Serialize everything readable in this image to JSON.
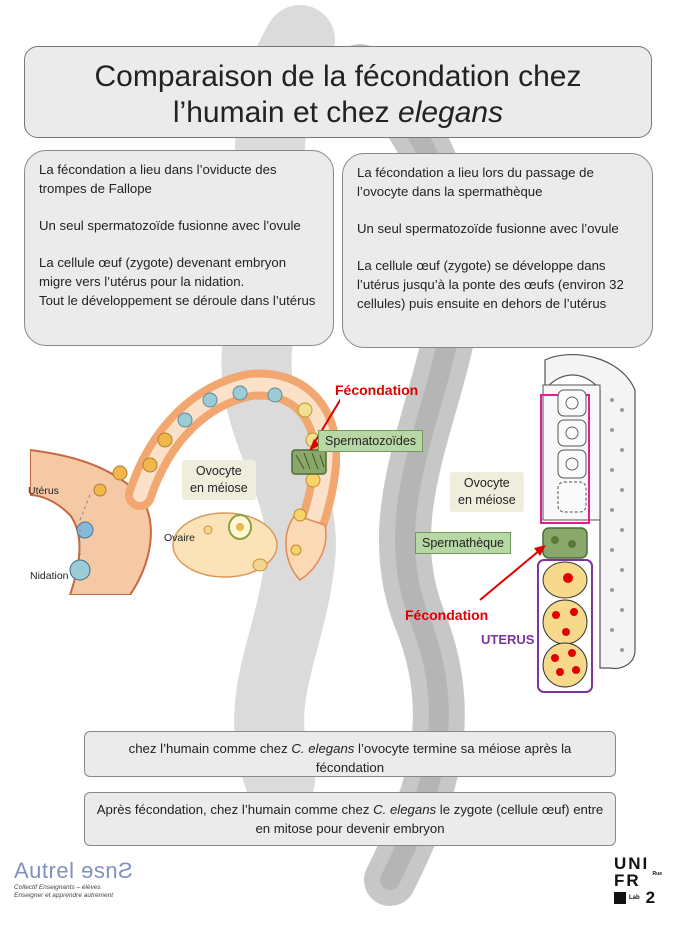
{
  "title": {
    "line1": "Comparaison de la fécondation chez",
    "line2_start": "l’humain et chez ",
    "line2_italic": "elegans"
  },
  "human_info": {
    "p1": "La fécondation a lieu dans l’oviducte des trompes de Fallope",
    "p2": "Un seul spermatozoïde fusionne avec l’ovule",
    "p3": "La cellule œuf (zygote) devenant embryon migre vers l’utérus pour la nidation.",
    "p4": "Tout le développement se déroule dans l’utérus"
  },
  "elegans_info": {
    "p1": "La fécondation a lieu lors du passage de l’ovocyte dans la spermathèque",
    "p2": "Un seul spermatozoïde fusionne avec l’ovule",
    "p3": "La cellule œuf (zygote) se développe dans l’utérus jusqu’à la ponte des œufs (environ 32 cellules) puis ensuite en dehors de l’utérus"
  },
  "human_diagram": {
    "fecondation": "Fécondation",
    "spermatozoides": "Spermatozoïdes",
    "ovocyte_line1": "Ovocyte",
    "ovocyte_line2": "en méiose",
    "uterus": "Utérus",
    "ovaire": "Ovaire",
    "nidation": "Nidation"
  },
  "elegans_diagram": {
    "ovocyte_line1": "Ovocyte",
    "ovocyte_line2": "en méiose",
    "spermatheque": "Spermathèque",
    "fecondation": "Fécondation",
    "uterus": "UTERUS"
  },
  "conclusions": {
    "c1_start": "chez l’humain comme chez ",
    "c1_italic": "C. elegans",
    "c1_end": " l’ovocyte termine sa méiose après la fécondation",
    "c2_start": "Après fécondation, chez l’humain comme chez ",
    "c2_italic": "C. elegans",
    "c2_end": " le zygote (cellule œuf) entre en mitose pour devenir embryon"
  },
  "logos": {
    "autrelsons": "Autrel ɘsnƧ",
    "autrelsons_sub1": "Collectif Enseignants – élèves",
    "autrelsons_sub2": "Enseigner et apprendre autrement",
    "unifr_line1": "UNI",
    "unifr_line2": "FR",
    "unifr_lab": "Lab",
    "unifr_num": "2",
    "unifr_rue": "Rue"
  },
  "colors": {
    "box_bg": "#ebebeb",
    "red_label": "#e00000",
    "green_label": "#b7d7a4",
    "uterus_purple": "#7a35a0",
    "gonad_pink": "#e02090"
  }
}
